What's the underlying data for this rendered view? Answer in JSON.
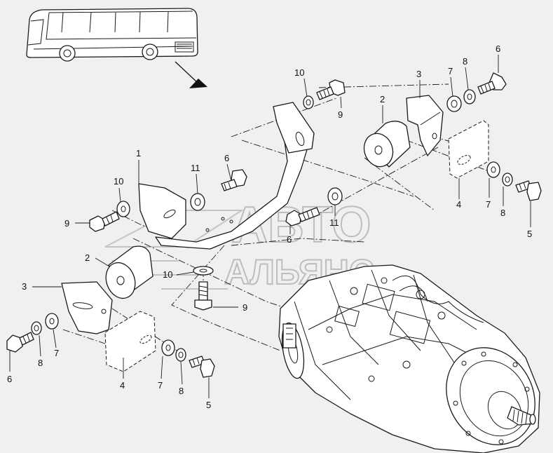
{
  "watermark": {
    "line1": "АВТО",
    "line2": "АЛЬЯНС"
  },
  "callouts": [
    {
      "id": "c1",
      "text": "1"
    },
    {
      "id": "c2a",
      "text": "2"
    },
    {
      "id": "c2b",
      "text": "2"
    },
    {
      "id": "c3a",
      "text": "3"
    },
    {
      "id": "c3b",
      "text": "3"
    },
    {
      "id": "c4a",
      "text": "4"
    },
    {
      "id": "c4b",
      "text": "4"
    },
    {
      "id": "c5a",
      "text": "5"
    },
    {
      "id": "c5b",
      "text": "5"
    },
    {
      "id": "c6a",
      "text": "6"
    },
    {
      "id": "c6b",
      "text": "6"
    },
    {
      "id": "c6c",
      "text": "6"
    },
    {
      "id": "c6d",
      "text": "6"
    },
    {
      "id": "c7a",
      "text": "7"
    },
    {
      "id": "c7b",
      "text": "7"
    },
    {
      "id": "c7c",
      "text": "7"
    },
    {
      "id": "c7d",
      "text": "7"
    },
    {
      "id": "c8a",
      "text": "8"
    },
    {
      "id": "c8b",
      "text": "8"
    },
    {
      "id": "c8c",
      "text": "8"
    },
    {
      "id": "c8d",
      "text": "8"
    },
    {
      "id": "c9a",
      "text": "9"
    },
    {
      "id": "c9b",
      "text": "9"
    },
    {
      "id": "c9c",
      "text": "9"
    },
    {
      "id": "c10a",
      "text": "10"
    },
    {
      "id": "c10b",
      "text": "10"
    },
    {
      "id": "c10c",
      "text": "10"
    },
    {
      "id": "c11a",
      "text": "11"
    },
    {
      "id": "c11b",
      "text": "11"
    }
  ]
}
